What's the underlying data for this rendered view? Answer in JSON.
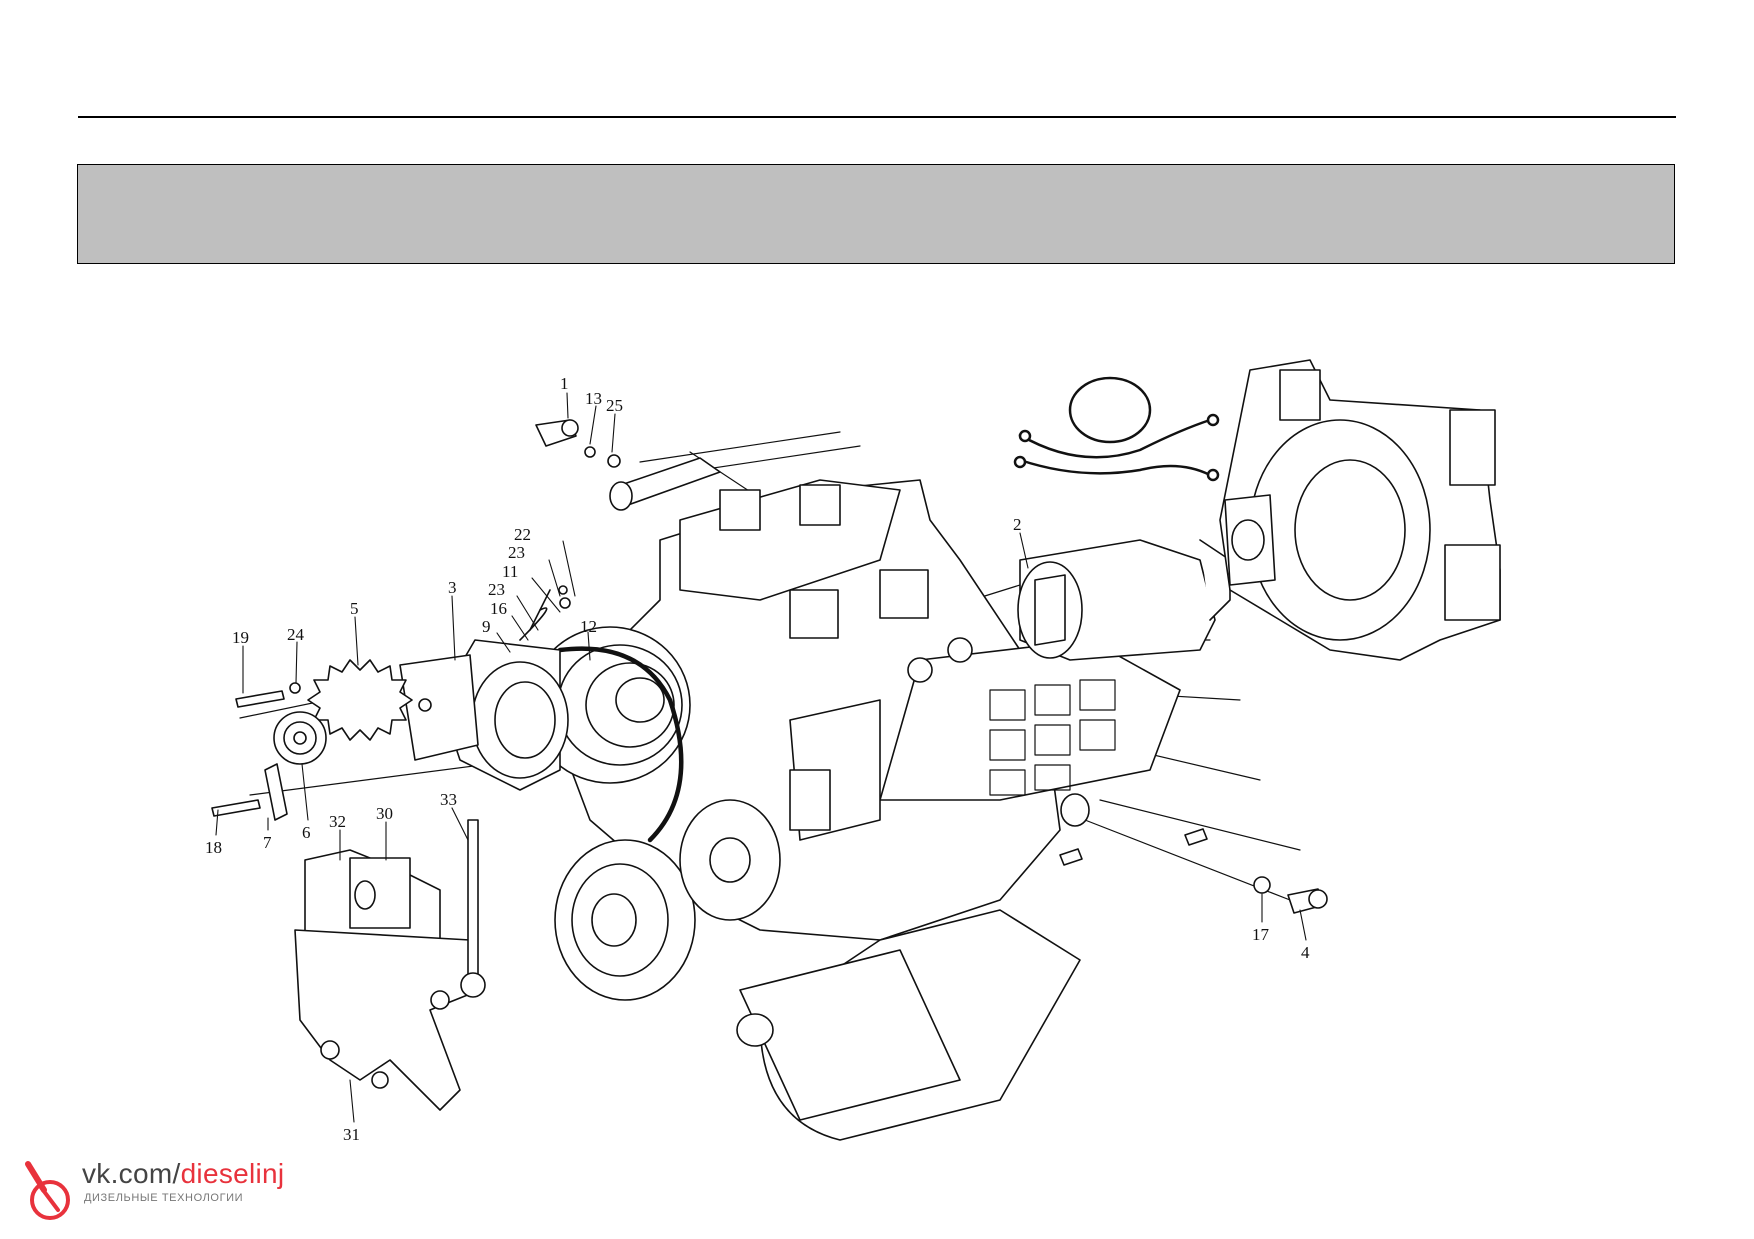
{
  "header": {
    "title": ""
  },
  "callouts": [
    {
      "id": "c1",
      "label": "1"
    },
    {
      "id": "c13",
      "label": "13"
    },
    {
      "id": "c25",
      "label": "25"
    },
    {
      "id": "c22",
      "label": "22"
    },
    {
      "id": "c23a",
      "label": "23"
    },
    {
      "id": "c11",
      "label": "11"
    },
    {
      "id": "c23b",
      "label": "23"
    },
    {
      "id": "c16",
      "label": "16"
    },
    {
      "id": "c9",
      "label": "9"
    },
    {
      "id": "c12",
      "label": "12"
    },
    {
      "id": "c3",
      "label": "3"
    },
    {
      "id": "c5",
      "label": "5"
    },
    {
      "id": "c24",
      "label": "24"
    },
    {
      "id": "c19",
      "label": "19"
    },
    {
      "id": "c2",
      "label": "2"
    },
    {
      "id": "c6",
      "label": "6"
    },
    {
      "id": "c7",
      "label": "7"
    },
    {
      "id": "c18",
      "label": "18"
    },
    {
      "id": "c32",
      "label": "32"
    },
    {
      "id": "c30",
      "label": "30"
    },
    {
      "id": "c33",
      "label": "33"
    },
    {
      "id": "c31",
      "label": "31"
    },
    {
      "id": "c17",
      "label": "17"
    },
    {
      "id": "c4",
      "label": "4"
    }
  ],
  "watermark": {
    "url_prefix": "vk.com/",
    "url_accent": "dieselinj",
    "subtitle": "дизельные технологии",
    "accent_color": "#e8323c"
  }
}
